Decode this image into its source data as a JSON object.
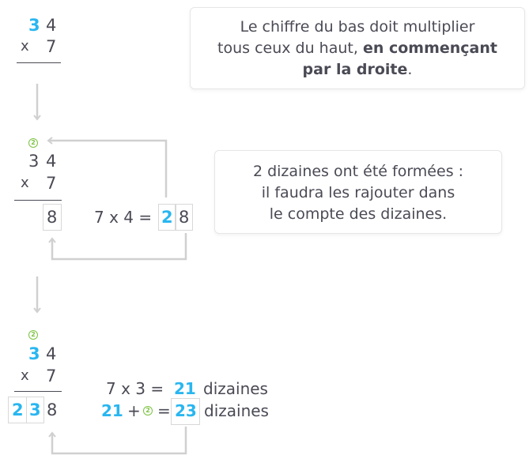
{
  "step1": {
    "top_tens": "3",
    "top_units": "4",
    "times": "x",
    "multiplier": "7",
    "note_line1": "Le chiffre du bas doit multiplier",
    "note_line2a": "tous ceux du haut, ",
    "note_line2b": "en commençant",
    "note_line3a": "par la droite",
    "note_line3b": "."
  },
  "step2": {
    "carry": "2",
    "top_tens": "3",
    "top_units": "4",
    "times": "x",
    "multiplier": "7",
    "result_units": "8",
    "eq_left": "7 x 4 =",
    "eq_tens": "2",
    "eq_units": "8",
    "note_line1": "2 dizaines ont été formées :",
    "note_line2": "il faudra les rajouter dans",
    "note_line3": "le compte des dizaines."
  },
  "step3": {
    "carry": "2",
    "top_tens": "3",
    "top_units": "4",
    "times": "x",
    "multiplier": "7",
    "result_hundreds": "2",
    "result_tens": "3",
    "result_units": "8",
    "eq1_left": "7 x 3 =",
    "eq1_value": "21",
    "eq1_unit": "dizaines",
    "eq2_value": "21",
    "eq2_plus": "+",
    "eq2_carry": "2",
    "eq2_equals": "=",
    "eq2_result": "23",
    "eq2_unit": "dizaines"
  },
  "colors": {
    "accent_blue": "#29b6f0",
    "carry_green": "#7cc242",
    "text": "#4a4a55",
    "arrow_gray": "#d0d0d0"
  }
}
